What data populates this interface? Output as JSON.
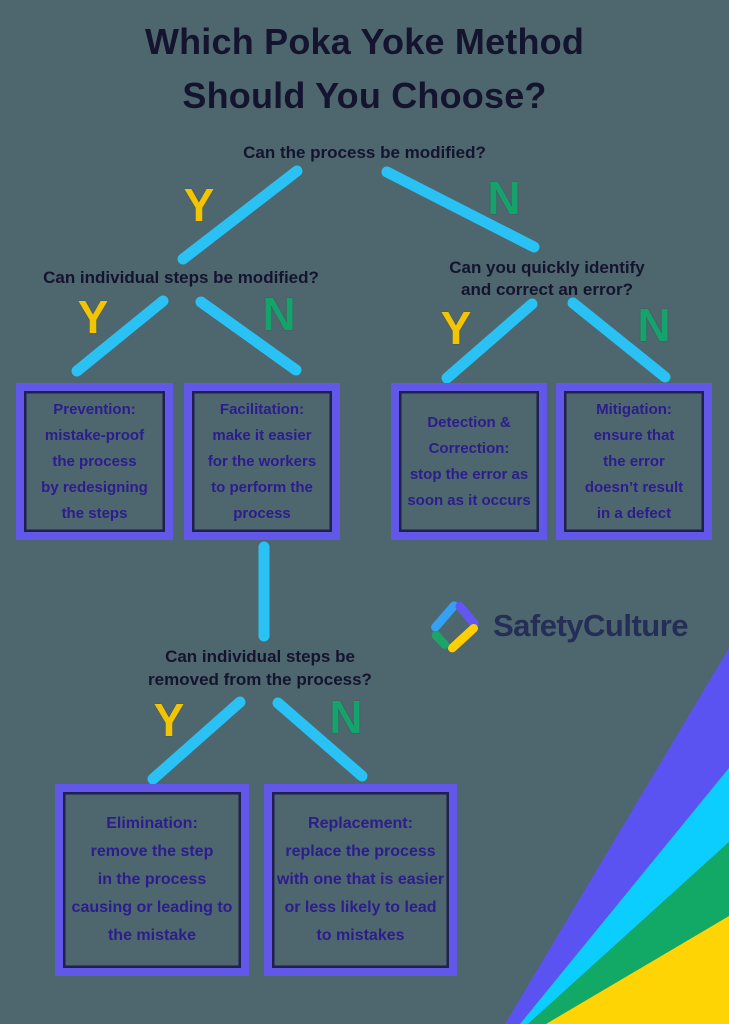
{
  "title": {
    "lines": [
      "Which Poka Yoke Method",
      "Should You Choose?"
    ]
  },
  "questions": {
    "q1": "Can the process be modified?",
    "q2_left": "Can individual steps be modified?",
    "q2_right": [
      "Can you quickly identify",
      "and correct an error?"
    ],
    "q3": [
      "Can individual steps be",
      "removed from the process?"
    ]
  },
  "branch_labels": {
    "yes": "Y",
    "no": "N"
  },
  "boxes": {
    "prevention": [
      "Prevention:",
      "mistake-proof",
      "the process",
      "by redesigning",
      "the steps"
    ],
    "facilitation": [
      "Facilitation:",
      "make it easier",
      "for the workers",
      "to perform the",
      "process"
    ],
    "detection_correction": [
      "Detection &",
      "Correction:",
      "stop the error as",
      "soon as it occurs"
    ],
    "mitigation": [
      "Mitigation:",
      "ensure that",
      "the error",
      "doesn’t result",
      "in a defect"
    ],
    "elimination": [
      "Elimination:",
      "remove the step",
      "in the process",
      "causing or leading to",
      "the mistake"
    ],
    "replacement": [
      "Replacement:",
      "replace the process",
      "with one that is easier",
      "or less likely to lead",
      "to mistakes"
    ]
  },
  "logo": {
    "text": "SafetyCulture"
  },
  "colors": {
    "bg": "#4e666d",
    "ink": "#14142f",
    "box-ink": "#2b1d8e",
    "box-purple": "#6157e9",
    "line-cyan": "#2ac2f4",
    "yes-yellow": "#f2c402",
    "no-green": "#15a36b",
    "logo-blue": "#36a0f2",
    "logo-purple": "#6455f5",
    "logo-yellow": "#ffcf00",
    "logo-green": "#1ca566",
    "logo-ink": "#242e57",
    "stripe-purple": "#5a53f2",
    "stripe-cyan": "#0bcefe",
    "stripe-green": "#12a966",
    "stripe-yellow": "#ffd404"
  }
}
